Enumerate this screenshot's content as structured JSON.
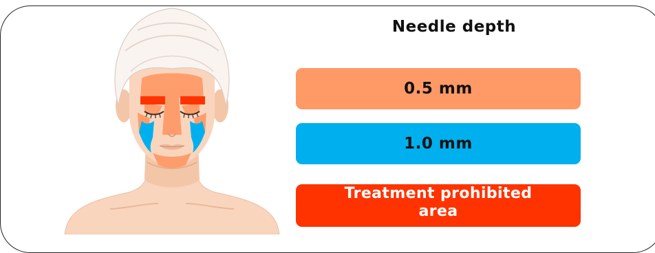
{
  "title": "Needle depth",
  "legend": [
    {
      "label": "0.5 mm",
      "color": "#FF9966",
      "text_color": "#111111"
    },
    {
      "label": "1.0 mm",
      "color": "#00B0EE",
      "text_color": "#111111"
    },
    {
      "label": "Treatment prohibited area",
      "color": "#FF3300",
      "text_color": "#FFFFFF"
    }
  ],
  "colors": {
    "skin": "#F9D5BE",
    "skin_shadow": "#EFB796",
    "turban": "#FAF4F0",
    "zone_05mm": "#FF9966",
    "zone_10mm": "#00B0EE",
    "zone_prohibited": "#FF3300",
    "frame": "#222222"
  }
}
